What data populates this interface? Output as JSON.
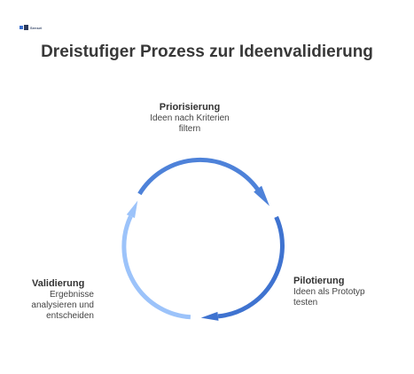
{
  "logo": {
    "text": "Sensei"
  },
  "title": "Dreistufiger Prozess zur Ideenvalidierung",
  "steps": [
    {
      "title": "Priorisierung",
      "desc_lines": [
        "Ideen nach Kriterien",
        "filtern"
      ],
      "color": "#4a7fd6"
    },
    {
      "title": "Pilotierung",
      "desc_lines": [
        "Ideen als Prototyp",
        "testen"
      ],
      "color": "#3f73d0"
    },
    {
      "title": "Validierung",
      "desc_lines": [
        "Ergebnisse",
        "analysieren und",
        "entscheiden"
      ],
      "color": "#9cc3fa"
    }
  ],
  "colors": {
    "arrow_top": "#4e82d9",
    "arrow_right": "#3f73d0",
    "arrow_left": "#9cc3fa"
  }
}
